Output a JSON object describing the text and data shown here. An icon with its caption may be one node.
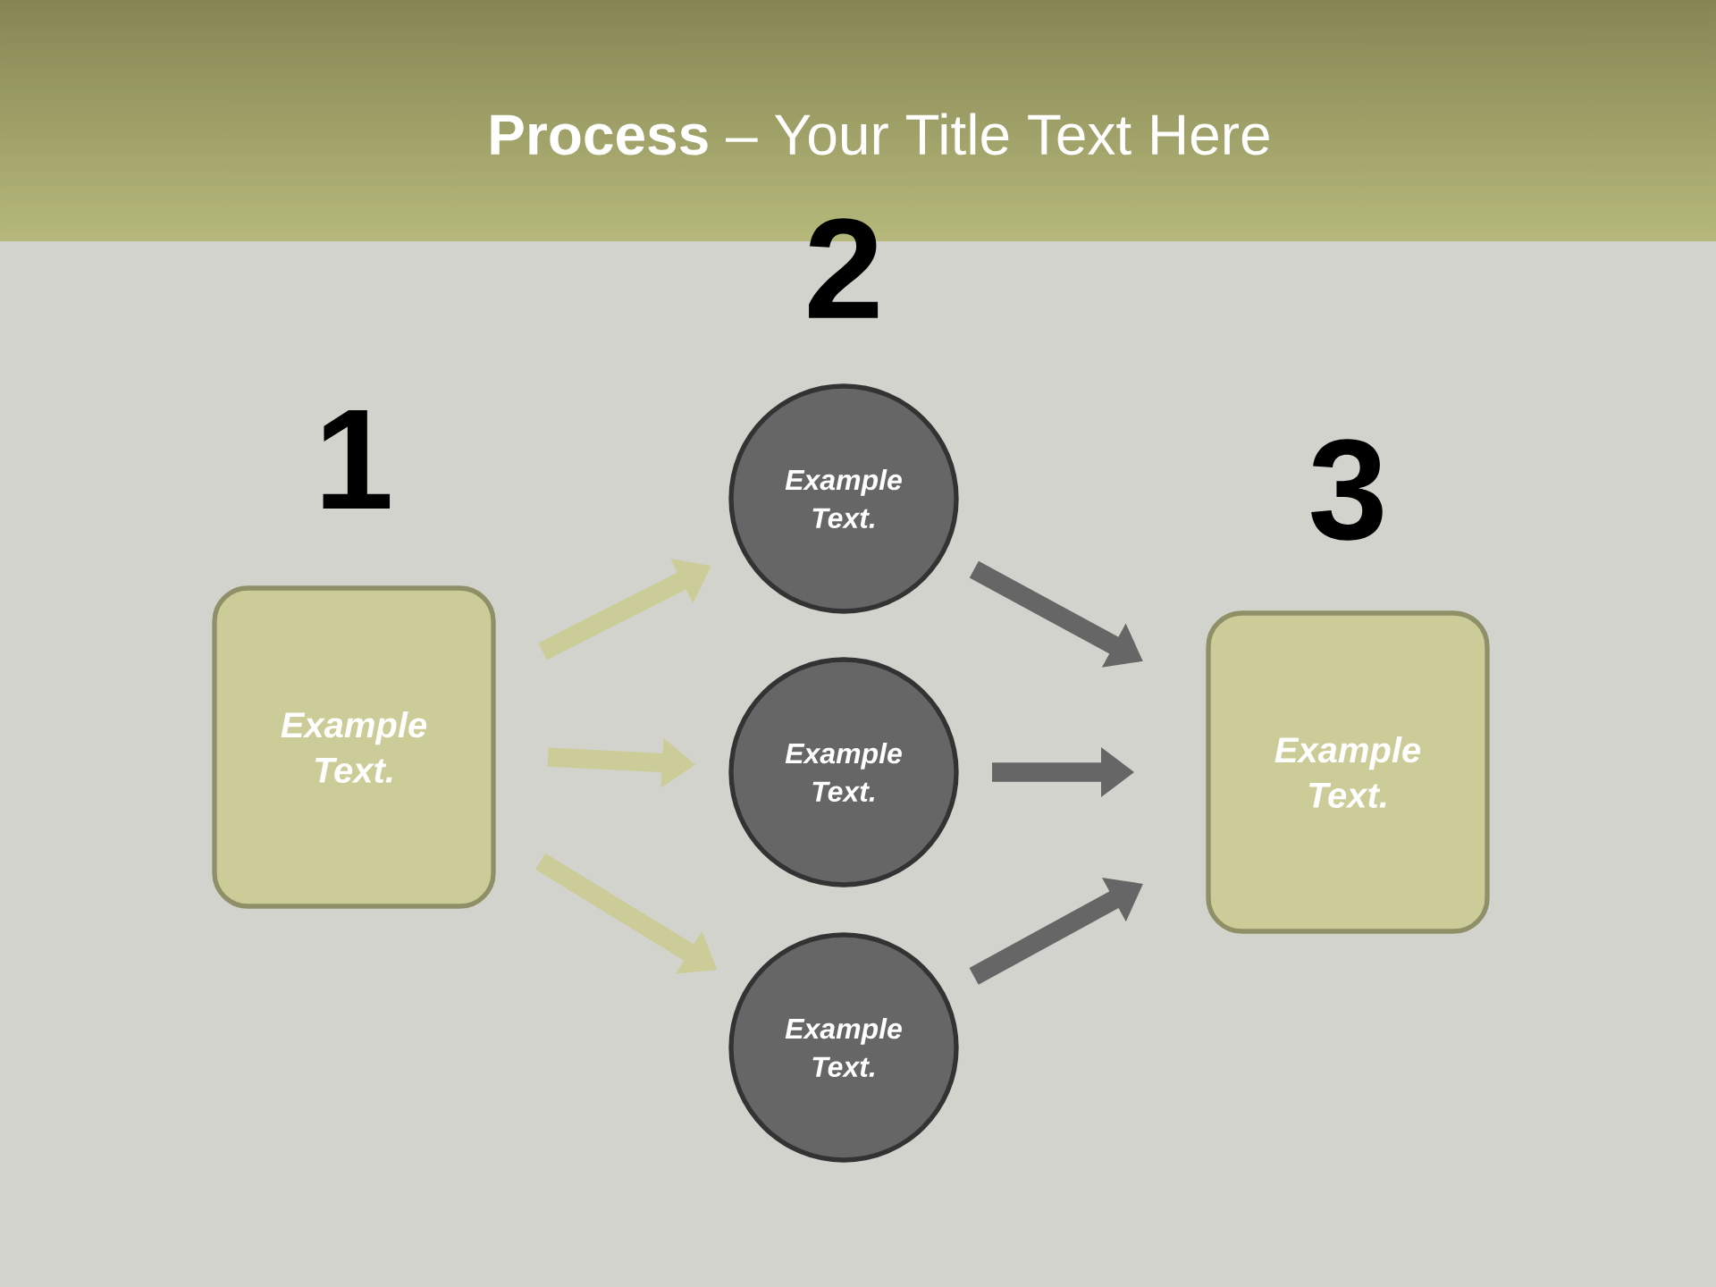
{
  "diagram": {
    "title": "**Process** – Your Title Text Here",
    "nodes": [
      {
        "text": [
          "Example Text."
        ],
        "beside": [
          "1"
        ]
      },
      {
        "text": [
          "Example Text."
        ],
        "beside": [
          "2"
        ]
      },
      {
        "text": [
          "Example Text."
        ]
      },
      {
        "text": [
          "Example Text."
        ]
      },
      {
        "text": [
          "Example Text."
        ],
        "beside": [
          "3"
        ]
      }
    ],
    "edges": [
      {
        "from": 0,
        "to": 1,
        "arrow": "to",
        "color": "#cccc99"
      },
      {
        "from": 0,
        "to": 2,
        "arrow": "to",
        "color": "#cccc99"
      },
      {
        "from": 0,
        "to": 3,
        "arrow": "to",
        "color": "#cccc99"
      },
      {
        "from": 1,
        "to": 4,
        "arrow": "to",
        "color": "#666666"
      },
      {
        "from": 2,
        "to": 4,
        "arrow": "to",
        "color": "#666666"
      },
      {
        "from": 3,
        "to": 4,
        "arrow": "to",
        "color": "#666666"
      }
    ]
  }
}
